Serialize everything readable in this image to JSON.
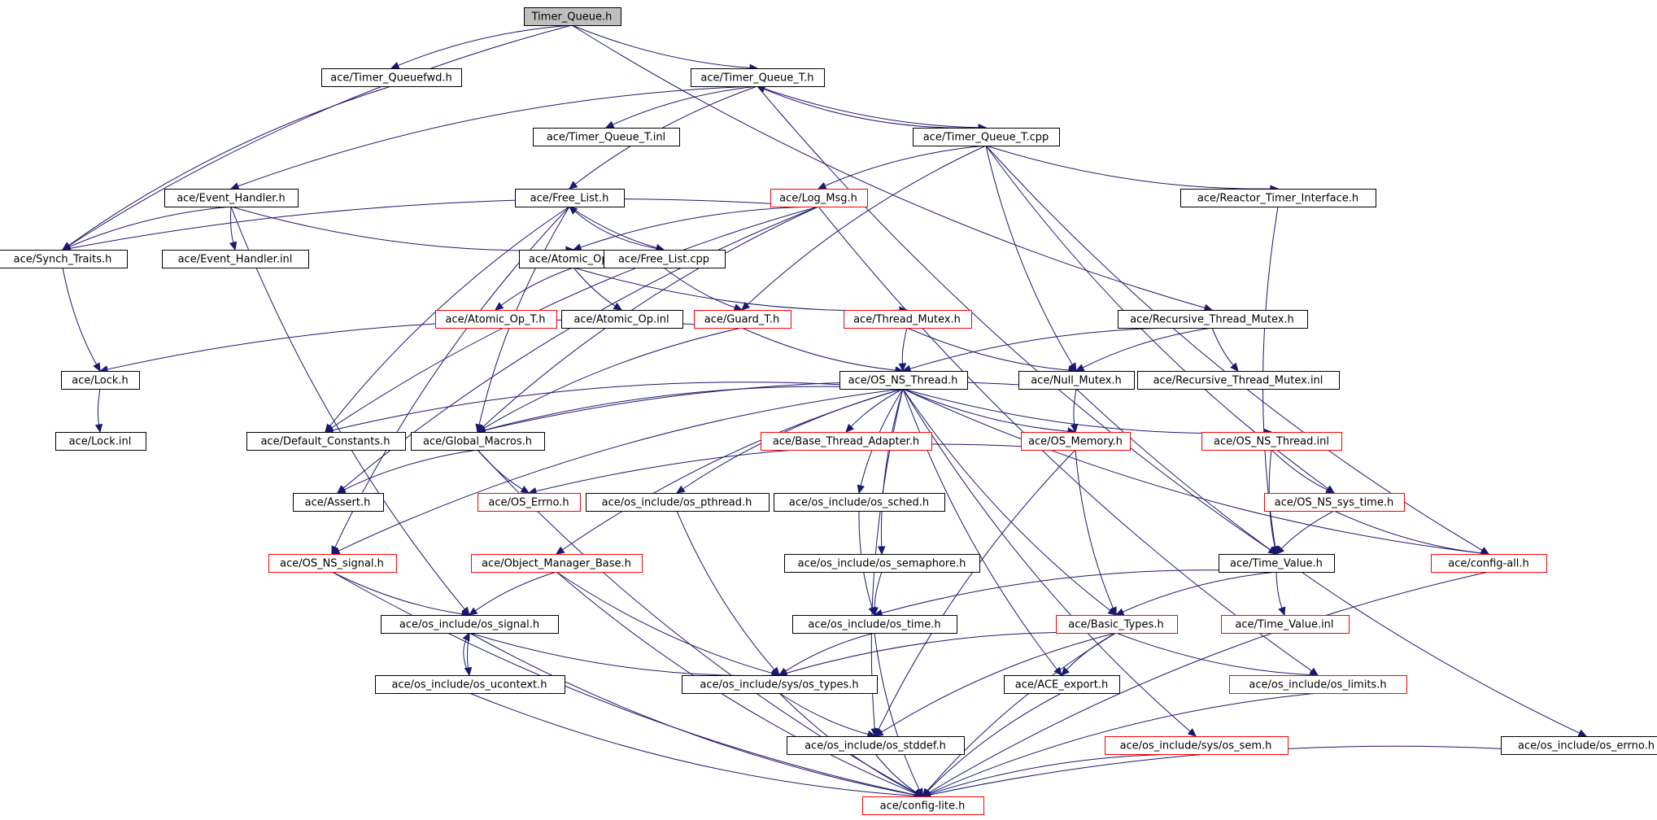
{
  "colors": {
    "edge": "#191970",
    "normal_border": "#000000",
    "truncated_border": "#ff0000",
    "root_fill": "#bfbfbf",
    "node_fill": "#ffffff"
  },
  "nodes": [
    {
      "id": "timer_queue_h",
      "label": "Timer_Queue.h",
      "kind": "root"
    },
    {
      "id": "timer_queuefwd",
      "label": "ace/Timer_Queuefwd.h",
      "kind": "normal"
    },
    {
      "id": "timer_queue_t_h",
      "label": "ace/Timer_Queue_T.h",
      "kind": "normal"
    },
    {
      "id": "timer_queue_t_inl",
      "label": "ace/Timer_Queue_T.inl",
      "kind": "normal"
    },
    {
      "id": "timer_queue_t_cpp",
      "label": "ace/Timer_Queue_T.cpp",
      "kind": "normal"
    },
    {
      "id": "event_handler_h",
      "label": "ace/Event_Handler.h",
      "kind": "normal"
    },
    {
      "id": "free_list_h",
      "label": "ace/Free_List.h",
      "kind": "normal"
    },
    {
      "id": "log_msg_h",
      "label": "ace/Log_Msg.h",
      "kind": "truncated"
    },
    {
      "id": "reactor_timer_interface",
      "label": "ace/Reactor_Timer_Interface.h",
      "kind": "normal"
    },
    {
      "id": "synch_traits",
      "label": "ace/Synch_Traits.h",
      "kind": "normal"
    },
    {
      "id": "event_handler_inl",
      "label": "ace/Event_Handler.inl",
      "kind": "normal"
    },
    {
      "id": "atomic_op_h",
      "label": "ace/Atomic_Op.h",
      "kind": "normal"
    },
    {
      "id": "free_list_cpp",
      "label": "ace/Free_List.cpp",
      "kind": "normal"
    },
    {
      "id": "atomic_op_t_h",
      "label": "ace/Atomic_Op_T.h",
      "kind": "truncated"
    },
    {
      "id": "atomic_op_inl",
      "label": "ace/Atomic_Op.inl",
      "kind": "normal"
    },
    {
      "id": "guard_t_h",
      "label": "ace/Guard_T.h",
      "kind": "truncated"
    },
    {
      "id": "thread_mutex_h",
      "label": "ace/Thread_Mutex.h",
      "kind": "truncated"
    },
    {
      "id": "recursive_thread_mutex_h",
      "label": "ace/Recursive_Thread_Mutex.h",
      "kind": "normal"
    },
    {
      "id": "lock_h",
      "label": "ace/Lock.h",
      "kind": "normal"
    },
    {
      "id": "os_ns_thread_h",
      "label": "ace/OS_NS_Thread.h",
      "kind": "normal"
    },
    {
      "id": "null_mutex_h",
      "label": "ace/Null_Mutex.h",
      "kind": "normal"
    },
    {
      "id": "recursive_thread_mutex_inl",
      "label": "ace/Recursive_Thread_Mutex.inl",
      "kind": "normal"
    },
    {
      "id": "lock_inl",
      "label": "ace/Lock.inl",
      "kind": "normal"
    },
    {
      "id": "default_constants",
      "label": "ace/Default_Constants.h",
      "kind": "normal"
    },
    {
      "id": "global_macros",
      "label": "ace/Global_Macros.h",
      "kind": "normal"
    },
    {
      "id": "base_thread_adapter",
      "label": "ace/Base_Thread_Adapter.h",
      "kind": "truncated"
    },
    {
      "id": "os_memory_h",
      "label": "ace/OS_Memory.h",
      "kind": "truncated"
    },
    {
      "id": "os_ns_thread_inl",
      "label": "ace/OS_NS_Thread.inl",
      "kind": "truncated"
    },
    {
      "id": "assert_h",
      "label": "ace/Assert.h",
      "kind": "normal"
    },
    {
      "id": "os_errno_h",
      "label": "ace/OS_Errno.h",
      "kind": "truncated"
    },
    {
      "id": "os_pthread_h",
      "label": "ace/os_include/os_pthread.h",
      "kind": "normal"
    },
    {
      "id": "os_sched_h",
      "label": "ace/os_include/os_sched.h",
      "kind": "normal"
    },
    {
      "id": "os_ns_sys_time_h",
      "label": "ace/OS_NS_sys_time.h",
      "kind": "truncated"
    },
    {
      "id": "os_ns_signal_h",
      "label": "ace/OS_NS_signal.h",
      "kind": "truncated"
    },
    {
      "id": "object_manager_base",
      "label": "ace/Object_Manager_Base.h",
      "kind": "truncated"
    },
    {
      "id": "os_semaphore_h",
      "label": "ace/os_include/os_semaphore.h",
      "kind": "normal"
    },
    {
      "id": "time_value_h",
      "label": "ace/Time_Value.h",
      "kind": "normal"
    },
    {
      "id": "config_all_h",
      "label": "ace/config-all.h",
      "kind": "truncated"
    },
    {
      "id": "os_signal_h",
      "label": "ace/os_include/os_signal.h",
      "kind": "normal"
    },
    {
      "id": "os_time_h",
      "label": "ace/os_include/os_time.h",
      "kind": "normal"
    },
    {
      "id": "basic_types_h",
      "label": "ace/Basic_Types.h",
      "kind": "truncated"
    },
    {
      "id": "time_value_inl",
      "label": "ace/Time_Value.inl",
      "kind": "truncated"
    },
    {
      "id": "os_ucontext_h",
      "label": "ace/os_include/os_ucontext.h",
      "kind": "normal"
    },
    {
      "id": "sys_os_types_h",
      "label": "ace/os_include/sys/os_types.h",
      "kind": "normal"
    },
    {
      "id": "ace_export_h",
      "label": "ace/ACE_export.h",
      "kind": "normal"
    },
    {
      "id": "os_limits_h",
      "label": "ace/os_include/os_limits.h",
      "kind": "truncated"
    },
    {
      "id": "os_stddef_h",
      "label": "ace/os_include/os_stddef.h",
      "kind": "normal"
    },
    {
      "id": "sys_os_sem_h",
      "label": "ace/os_include/sys/os_sem.h",
      "kind": "truncated"
    },
    {
      "id": "os_errno_lower_h",
      "label": "ace/os_include/os_errno.h",
      "kind": "normal"
    },
    {
      "id": "config_lite_h",
      "label": "ace/config-lite.h",
      "kind": "truncated"
    }
  ],
  "edges": [
    {
      "from": "timer_queue_h",
      "to": "timer_queuefwd"
    },
    {
      "from": "timer_queue_h",
      "to": "timer_queue_t_h"
    },
    {
      "from": "timer_queue_h",
      "to": "synch_traits"
    },
    {
      "from": "timer_queue_h",
      "to": "recursive_thread_mutex_h"
    },
    {
      "from": "timer_queuefwd",
      "to": "synch_traits"
    },
    {
      "from": "timer_queue_t_h",
      "to": "timer_queue_t_inl"
    },
    {
      "from": "timer_queue_t_h",
      "to": "timer_queue_t_cpp"
    },
    {
      "from": "timer_queue_t_h",
      "to": "event_handler_h"
    },
    {
      "from": "timer_queue_t_h",
      "to": "free_list_h"
    },
    {
      "from": "timer_queue_t_h",
      "to": "time_value_h"
    },
    {
      "from": "timer_queue_t_cpp",
      "to": "timer_queue_t_h"
    },
    {
      "from": "timer_queue_t_cpp",
      "to": "log_msg_h"
    },
    {
      "from": "timer_queue_t_cpp",
      "to": "reactor_timer_interface"
    },
    {
      "from": "timer_queue_t_cpp",
      "to": "guard_t_h"
    },
    {
      "from": "timer_queue_t_cpp",
      "to": "null_mutex_h"
    },
    {
      "from": "timer_queue_t_cpp",
      "to": "os_ns_sys_time_h"
    },
    {
      "from": "timer_queue_t_cpp",
      "to": "config_all_h"
    },
    {
      "from": "event_handler_h",
      "to": "synch_traits"
    },
    {
      "from": "event_handler_h",
      "to": "event_handler_inl"
    },
    {
      "from": "event_handler_h",
      "to": "atomic_op_h"
    },
    {
      "from": "event_handler_h",
      "to": "os_signal_h"
    },
    {
      "from": "free_list_h",
      "to": "free_list_cpp"
    },
    {
      "from": "free_list_h",
      "to": "default_constants"
    },
    {
      "from": "free_list_h",
      "to": "global_macros"
    },
    {
      "from": "free_list_h",
      "to": "os_ns_signal_h"
    },
    {
      "from": "free_list_cpp",
      "to": "free_list_h"
    },
    {
      "from": "free_list_cpp",
      "to": "guard_t_h"
    },
    {
      "from": "log_msg_h",
      "to": "synch_traits"
    },
    {
      "from": "log_msg_h",
      "to": "atomic_op_h"
    },
    {
      "from": "log_msg_h",
      "to": "default_constants"
    },
    {
      "from": "log_msg_h",
      "to": "global_macros"
    },
    {
      "from": "log_msg_h",
      "to": "assert_h"
    },
    {
      "from": "log_msg_h",
      "to": "os_limits_h"
    },
    {
      "from": "reactor_timer_interface",
      "to": "time_value_h"
    },
    {
      "from": "synch_traits",
      "to": "lock_h"
    },
    {
      "from": "atomic_op_h",
      "to": "atomic_op_t_h"
    },
    {
      "from": "atomic_op_h",
      "to": "atomic_op_inl"
    },
    {
      "from": "atomic_op_h",
      "to": "thread_mutex_h"
    },
    {
      "from": "guard_t_h",
      "to": "lock_h"
    },
    {
      "from": "guard_t_h",
      "to": "os_ns_thread_h"
    },
    {
      "from": "guard_t_h",
      "to": "global_macros"
    },
    {
      "from": "thread_mutex_h",
      "to": "os_ns_thread_h"
    },
    {
      "from": "thread_mutex_h",
      "to": "null_mutex_h"
    },
    {
      "from": "recursive_thread_mutex_h",
      "to": "os_ns_thread_h"
    },
    {
      "from": "recursive_thread_mutex_h",
      "to": "null_mutex_h"
    },
    {
      "from": "recursive_thread_mutex_h",
      "to": "recursive_thread_mutex_inl"
    },
    {
      "from": "lock_h",
      "to": "lock_inl"
    },
    {
      "from": "os_ns_thread_h",
      "to": "default_constants"
    },
    {
      "from": "os_ns_thread_h",
      "to": "global_macros"
    },
    {
      "from": "os_ns_thread_h",
      "to": "base_thread_adapter"
    },
    {
      "from": "os_ns_thread_h",
      "to": "os_memory_h"
    },
    {
      "from": "os_ns_thread_h",
      "to": "os_ns_thread_inl"
    },
    {
      "from": "os_ns_thread_h",
      "to": "os_pthread_h"
    },
    {
      "from": "os_ns_thread_h",
      "to": "os_sched_h"
    },
    {
      "from": "os_ns_thread_h",
      "to": "os_semaphore_h"
    },
    {
      "from": "os_ns_thread_h",
      "to": "object_manager_base"
    },
    {
      "from": "os_ns_thread_h",
      "to": "os_ns_signal_h"
    },
    {
      "from": "os_ns_thread_h",
      "to": "basic_types_h"
    },
    {
      "from": "os_ns_thread_h",
      "to": "ace_export_h"
    },
    {
      "from": "os_ns_thread_h",
      "to": "sys_os_sem_h"
    },
    {
      "from": "os_ns_thread_h",
      "to": "config_all_h"
    },
    {
      "from": "os_ns_thread_h",
      "to": "os_stddef_h"
    },
    {
      "from": "null_mutex_h",
      "to": "global_macros"
    },
    {
      "from": "null_mutex_h",
      "to": "os_memory_h"
    },
    {
      "from": "null_mutex_h",
      "to": "os_errno_lower_h"
    },
    {
      "from": "global_macros",
      "to": "assert_h"
    },
    {
      "from": "global_macros",
      "to": "os_errno_h"
    },
    {
      "from": "global_macros",
      "to": "config_lite_h"
    },
    {
      "from": "os_memory_h",
      "to": "os_errno_h"
    },
    {
      "from": "os_memory_h",
      "to": "basic_types_h"
    },
    {
      "from": "os_memory_h",
      "to": "os_stddef_h"
    },
    {
      "from": "os_ns_thread_inl",
      "to": "os_ns_sys_time_h"
    },
    {
      "from": "os_ns_thread_inl",
      "to": "time_value_h"
    },
    {
      "from": "os_ns_sys_time_h",
      "to": "time_value_h"
    },
    {
      "from": "os_ns_sys_time_h",
      "to": "config_all_h"
    },
    {
      "from": "os_pthread_h",
      "to": "sys_os_types_h"
    },
    {
      "from": "os_sched_h",
      "to": "os_time_h"
    },
    {
      "from": "os_semaphore_h",
      "to": "os_time_h"
    },
    {
      "from": "os_ns_signal_h",
      "to": "os_signal_h"
    },
    {
      "from": "os_ns_signal_h",
      "to": "config_lite_h"
    },
    {
      "from": "object_manager_base",
      "to": "os_signal_h"
    },
    {
      "from": "object_manager_base",
      "to": "sys_os_types_h"
    },
    {
      "from": "object_manager_base",
      "to": "config_lite_h"
    },
    {
      "from": "time_value_h",
      "to": "os_time_h"
    },
    {
      "from": "time_value_h",
      "to": "basic_types_h"
    },
    {
      "from": "time_value_h",
      "to": "time_value_inl"
    },
    {
      "from": "config_all_h",
      "to": "config_lite_h"
    },
    {
      "from": "os_signal_h",
      "to": "os_ucontext_h"
    },
    {
      "from": "os_signal_h",
      "to": "sys_os_types_h"
    },
    {
      "from": "os_signal_h",
      "to": "config_lite_h"
    },
    {
      "from": "os_ucontext_h",
      "to": "os_signal_h"
    },
    {
      "from": "os_ucontext_h",
      "to": "config_lite_h"
    },
    {
      "from": "os_time_h",
      "to": "sys_os_types_h"
    },
    {
      "from": "os_time_h",
      "to": "config_lite_h"
    },
    {
      "from": "basic_types_h",
      "to": "sys_os_types_h"
    },
    {
      "from": "basic_types_h",
      "to": "ace_export_h"
    },
    {
      "from": "basic_types_h",
      "to": "os_limits_h"
    },
    {
      "from": "basic_types_h",
      "to": "os_stddef_h"
    },
    {
      "from": "basic_types_h",
      "to": "config_lite_h"
    },
    {
      "from": "sys_os_types_h",
      "to": "os_stddef_h"
    },
    {
      "from": "sys_os_types_h",
      "to": "config_lite_h"
    },
    {
      "from": "ace_export_h",
      "to": "config_lite_h"
    },
    {
      "from": "os_limits_h",
      "to": "config_lite_h"
    },
    {
      "from": "os_stddef_h",
      "to": "config_lite_h"
    },
    {
      "from": "sys_os_sem_h",
      "to": "config_lite_h"
    },
    {
      "from": "os_errno_lower_h",
      "to": "config_lite_h"
    }
  ]
}
